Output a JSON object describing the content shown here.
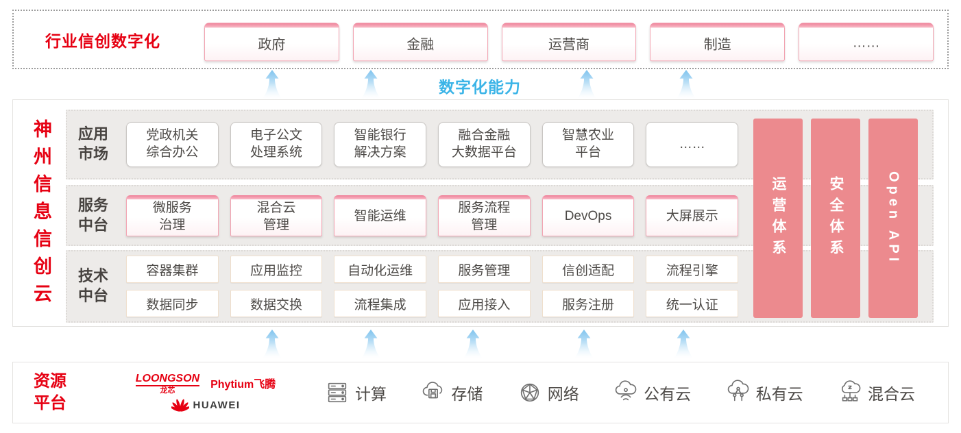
{
  "colors": {
    "brand_red": "#e60012",
    "capability_blue": "#3bb4e7",
    "side_bar_pink": "#ec8a8e",
    "box_border_pink": "#f2a4b2",
    "row_background_gray": "#edebe9"
  },
  "top_band": {
    "title": "行业信创数字化",
    "industries": [
      "政府",
      "金融",
      "运营商",
      "制造",
      "……"
    ]
  },
  "capability": {
    "label": "数字化能力"
  },
  "platform": {
    "title": "神州信息信创云",
    "app_row": {
      "label": "应用\n市场",
      "items": [
        "党政机关\n综合办公",
        "电子公文\n处理系统",
        "智能银行\n解决方案",
        "融合金融\n大数据平台",
        "智慧农业\n平台",
        "……"
      ]
    },
    "service_row": {
      "label": "服务\n中台",
      "items": [
        "微服务\n治理",
        "混合云\n管理",
        "智能运维",
        "服务流程\n管理",
        "DevOps",
        "大屏展示"
      ]
    },
    "tech_row": {
      "label": "技术\n中台",
      "row1": [
        "容器集群",
        "应用监控",
        "自动化运维",
        "服务管理",
        "信创适配",
        "流程引擎"
      ],
      "row2": [
        "数据同步",
        "数据交换",
        "流程集成",
        "应用接入",
        "服务注册",
        "统一认证"
      ]
    },
    "side_bars": [
      "运营体系",
      "安全体系",
      "Open API"
    ]
  },
  "resource_band": {
    "label": "资源\n平台",
    "vendors": {
      "loongson": "LOONGSON",
      "loongson_sub": "龙芯",
      "phytium": "Phytium",
      "phytium_suffix": "飞腾",
      "huawei": "HUAWEI"
    },
    "resources": [
      {
        "icon": "compute-icon",
        "label": "计算"
      },
      {
        "icon": "storage-icon",
        "label": "存储"
      },
      {
        "icon": "network-icon",
        "label": "网络"
      },
      {
        "icon": "public-cloud-icon",
        "label": "公有云"
      },
      {
        "icon": "private-cloud-icon",
        "label": "私有云"
      },
      {
        "icon": "hybrid-cloud-icon",
        "label": "混合云"
      }
    ]
  }
}
